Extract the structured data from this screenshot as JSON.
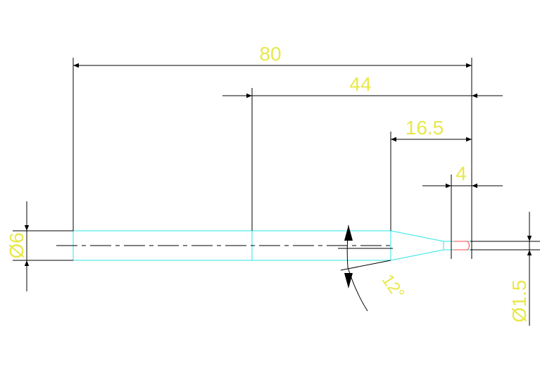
{
  "dimensions": {
    "overall_length": "80",
    "length_44": "44",
    "length_16_5": "16.5",
    "length_4": "4",
    "diameter_shank": "Ø6",
    "diameter_tip": "Ø1.5",
    "taper_angle": "12°"
  },
  "colors": {
    "background": "#ffffff",
    "outline": "#2ee6e6",
    "dimension_line": "#000000",
    "dimension_text": "#e8e84a",
    "tip_mark": "#ff4444"
  }
}
